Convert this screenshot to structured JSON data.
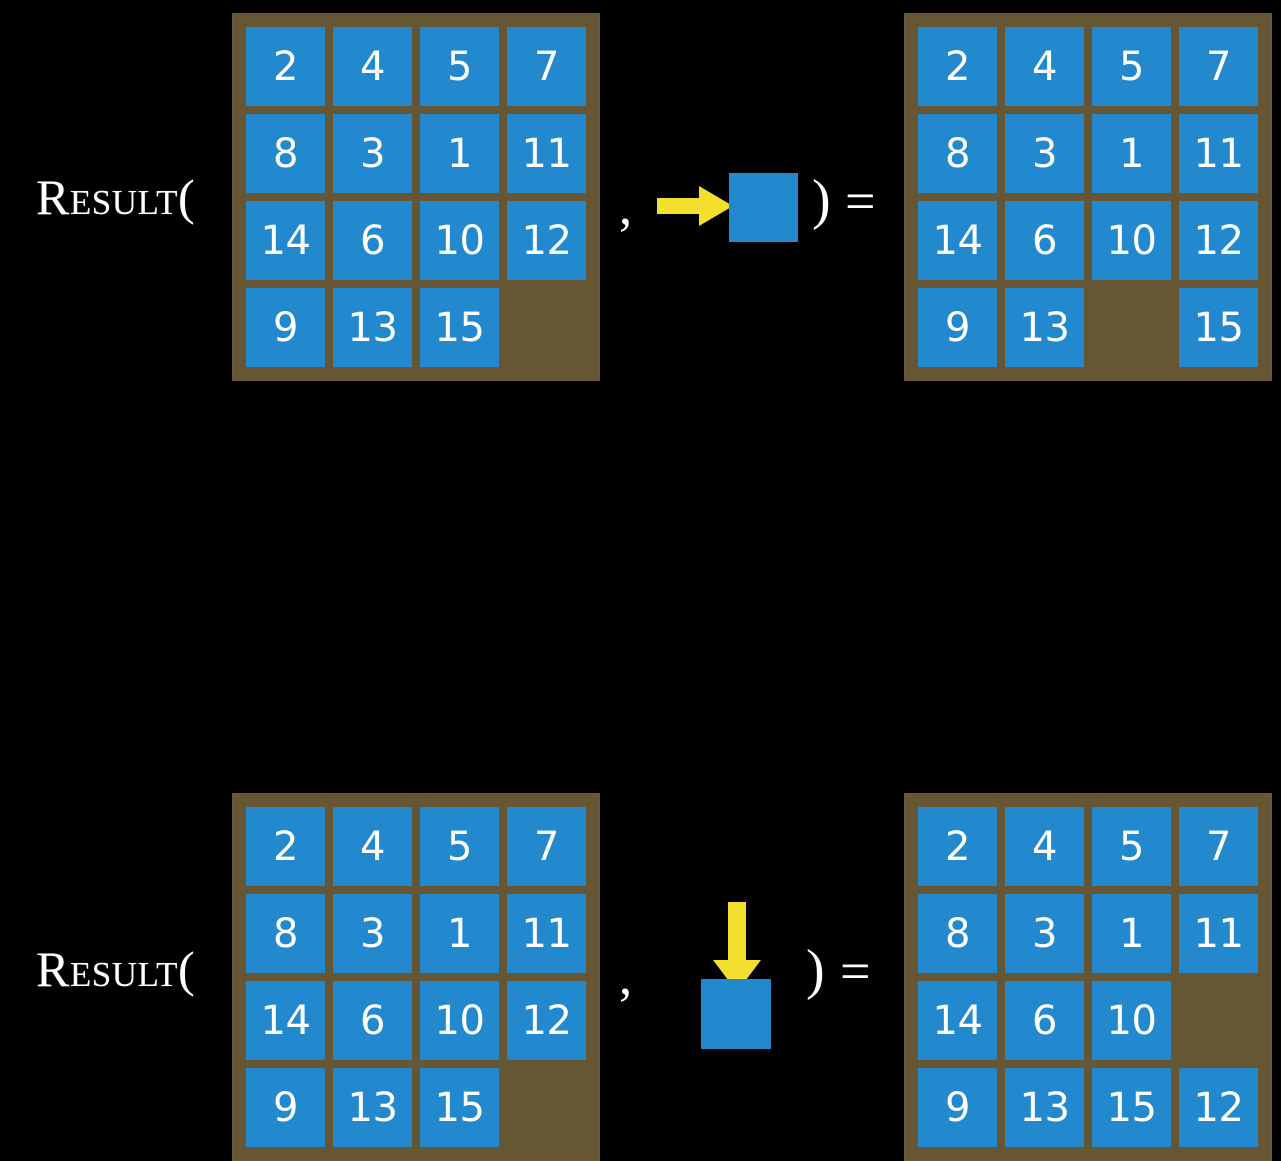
{
  "background_color": "#000000",
  "palette": {
    "tile": "#2389CE",
    "board": "#665634",
    "board_border": "#6F5B36",
    "arrow": "#F5DF2E",
    "text": "#FFFFFF"
  },
  "rows": [
    {
      "id": "row-1",
      "label": "Result(",
      "comma": ",",
      "rparen": ")",
      "equals": "=",
      "action": {
        "icon": "arrow-right-icon",
        "direction": "right",
        "description": "move blank right"
      },
      "input_board": {
        "name": "input-board-row-1",
        "grid": [
          [
            "2",
            "4",
            "5",
            "7"
          ],
          [
            "8",
            "3",
            "1",
            "11"
          ],
          [
            "14",
            "6",
            "10",
            "12"
          ],
          [
            "9",
            "13",
            "15",
            ""
          ]
        ]
      },
      "output_board": {
        "name": "output-board-row-1",
        "grid": [
          [
            "2",
            "4",
            "5",
            "7"
          ],
          [
            "8",
            "3",
            "1",
            "11"
          ],
          [
            "14",
            "6",
            "10",
            "12"
          ],
          [
            "9",
            "13",
            "",
            "15"
          ]
        ]
      }
    },
    {
      "id": "row-2",
      "label": "Result(",
      "comma": ",",
      "rparen": ")",
      "equals": "=",
      "action": {
        "icon": "arrow-down-icon",
        "direction": "down",
        "description": "move blank down"
      },
      "input_board": {
        "name": "input-board-row-2",
        "grid": [
          [
            "2",
            "4",
            "5",
            "7"
          ],
          [
            "8",
            "3",
            "1",
            "11"
          ],
          [
            "14",
            "6",
            "10",
            "12"
          ],
          [
            "9",
            "13",
            "15",
            ""
          ]
        ]
      },
      "output_board": {
        "name": "output-board-row-2",
        "grid": [
          [
            "2",
            "4",
            "5",
            "7"
          ],
          [
            "8",
            "3",
            "1",
            "11"
          ],
          [
            "14",
            "6",
            "10",
            ""
          ],
          [
            "9",
            "13",
            "15",
            "12"
          ]
        ]
      }
    }
  ]
}
